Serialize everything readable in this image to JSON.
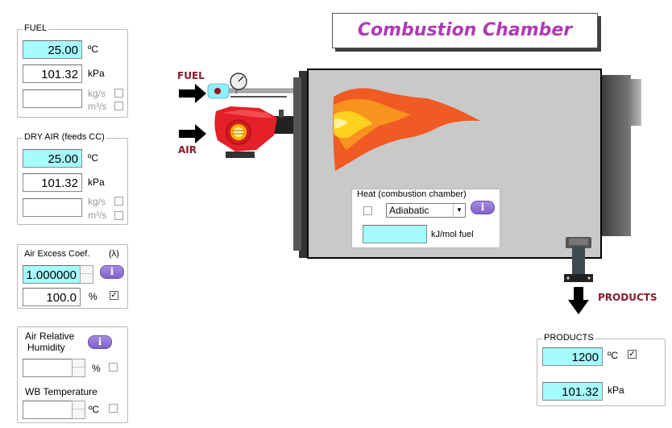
{
  "title": "Combustion Chamber",
  "labels": {
    "fuel": "FUEL",
    "air": "AIR",
    "products": "PRODUCTS"
  },
  "fuel_group": {
    "title": "FUEL",
    "temperature": "25.00",
    "temperature_unit": "ºC",
    "pressure": "101.32",
    "pressure_unit": "kPa",
    "flow": "",
    "mass_unit": "kg/s",
    "vol_unit": "m³/s"
  },
  "air_group": {
    "title": "DRY AIR (feeds CC)",
    "temperature": "25.00",
    "temperature_unit": "ºC",
    "pressure": "101.32",
    "pressure_unit": "kPa",
    "flow": "",
    "mass_unit": "kg/s",
    "vol_unit": "m³/s"
  },
  "excess_group": {
    "title": "Air Excess Coef.",
    "symbol": "(λ)",
    "coefficient": "1.000000",
    "percent": "100.0",
    "percent_unit": "%",
    "info": "i"
  },
  "humidity_group": {
    "title_line1": "Air Relative",
    "title_line2": "Humidity",
    "humidity": "",
    "humidity_unit": "%",
    "wb_label": "WB Temperature",
    "wb": "",
    "wb_unit": "ºC",
    "info": "i"
  },
  "heat_group": {
    "title": "Heat (combustion chamber)",
    "mode": "Adiabatic",
    "value": "",
    "unit": "kJ/mol fuel",
    "info": "i"
  },
  "products_group": {
    "title": "PRODUCTS",
    "temperature": "1200",
    "temperature_unit": "ºC",
    "pressure": "101.32",
    "pressure_unit": "kPa"
  },
  "colors": {
    "cyan_field": "#a6fbff",
    "title": "#b03ab4",
    "label": "#8b1a2b",
    "chamber": "#c9c9c9"
  }
}
